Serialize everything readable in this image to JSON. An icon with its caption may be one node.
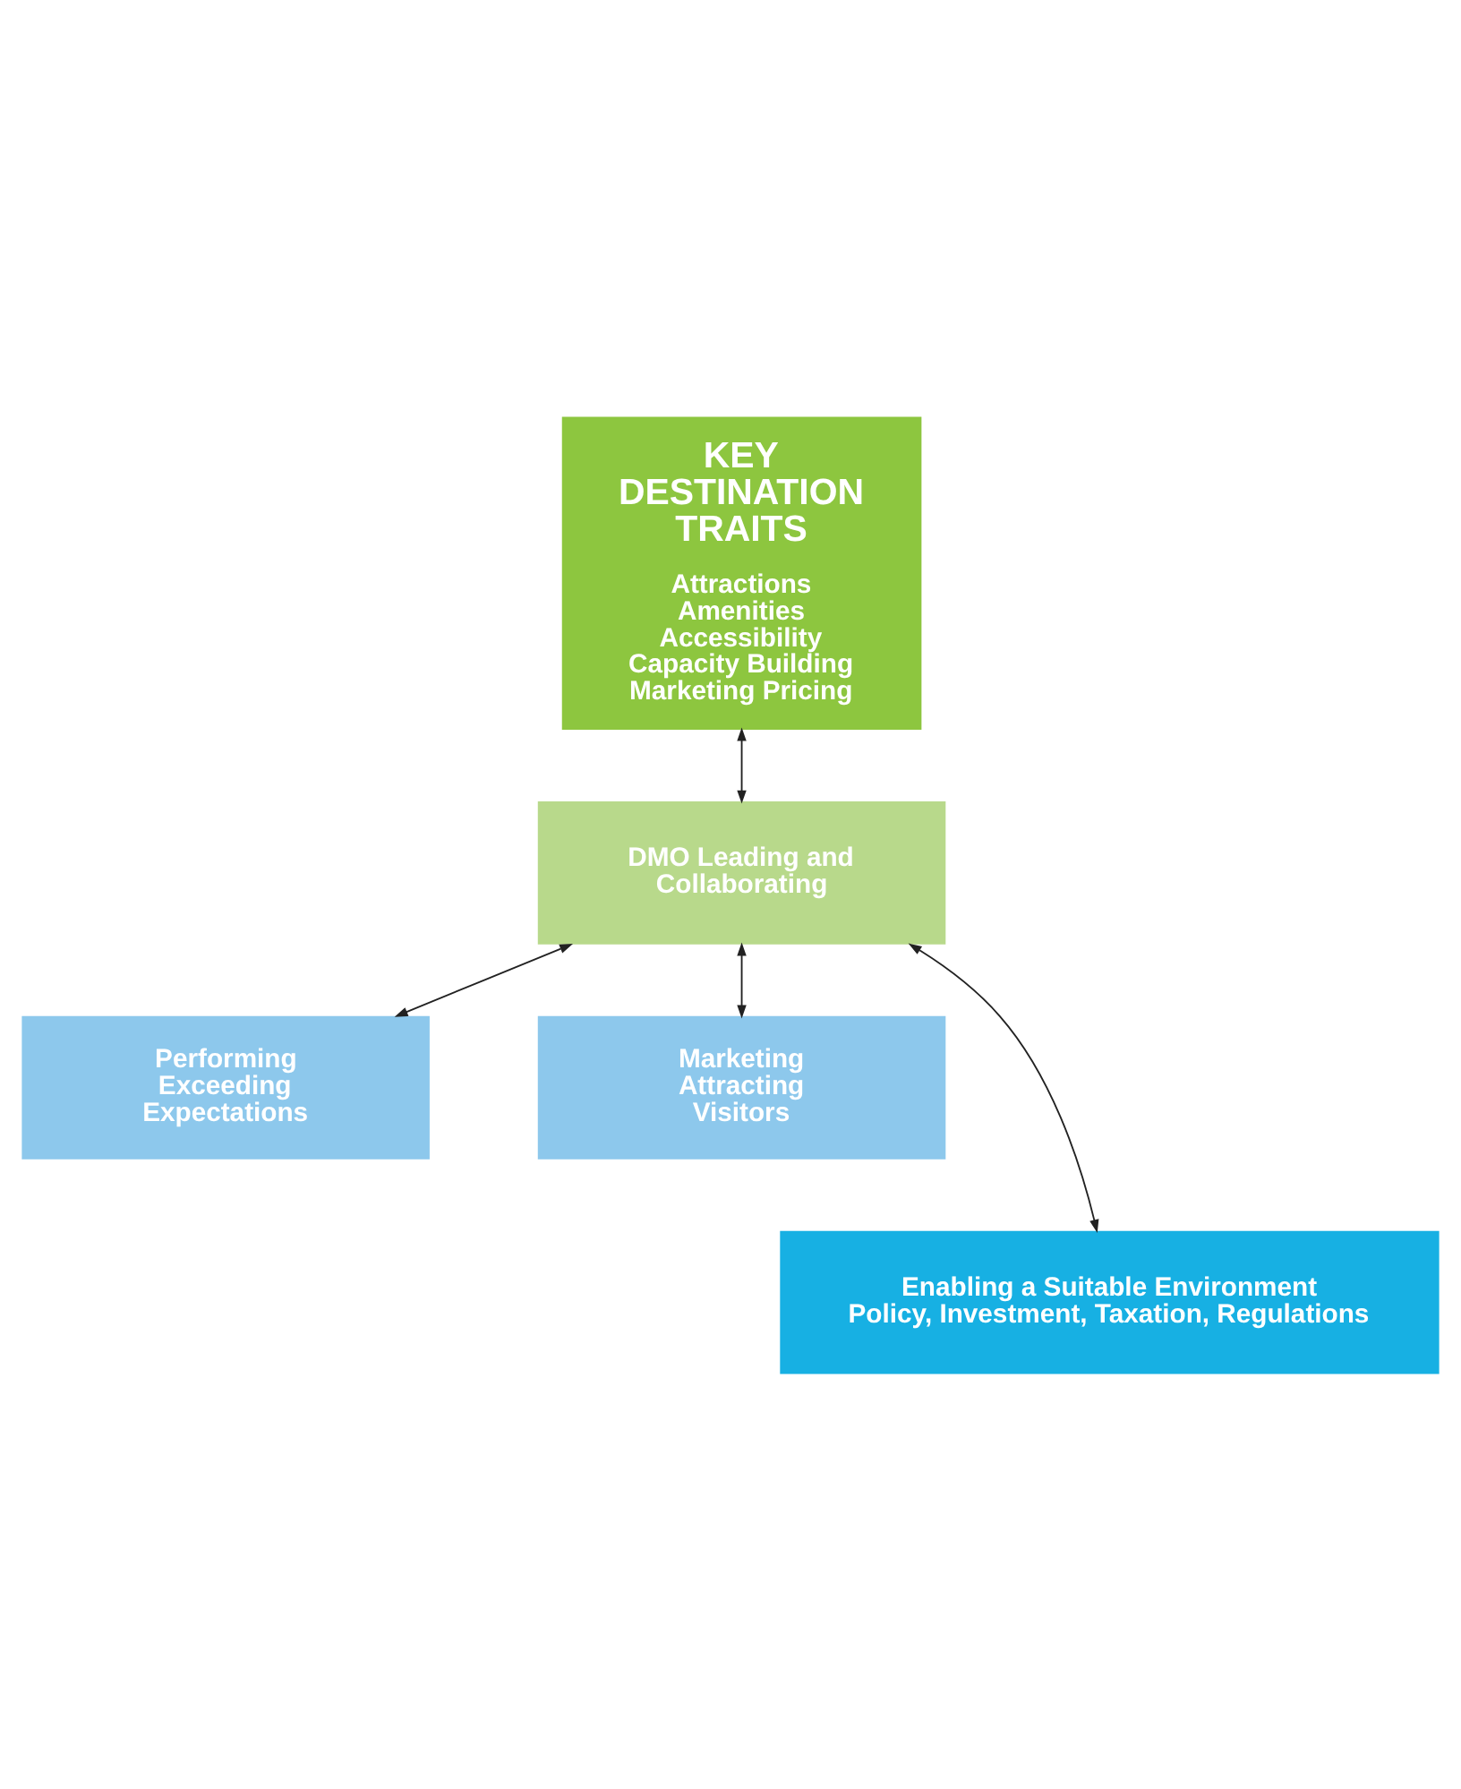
{
  "diagram": {
    "nodes": [
      {
        "text": [
          "KEY DESTINATION TRAITS",
          "Attractions Amenities Accessibility Capacity Building Marketing Pricing"
        ]
      },
      {
        "text": [
          "DMO Leading and Collaborating"
        ]
      },
      {
        "text": [
          "Performing Exceeding Expectations"
        ]
      },
      {
        "text": [
          "Marketing Attracting Visitors"
        ]
      },
      {
        "text": [
          "Enabling a Suitable Environment",
          "Policy, Investment, Taxation, Regulations"
        ]
      }
    ],
    "edges": [
      {
        "from": 0,
        "to": 1,
        "arrow": "both"
      },
      {
        "from": 1,
        "to": 2,
        "arrow": "both"
      },
      {
        "from": 1,
        "to": 4,
        "arrow": "both"
      },
      {
        "from": 1,
        "to": 3,
        "arrow": "both"
      }
    ]
  }
}
